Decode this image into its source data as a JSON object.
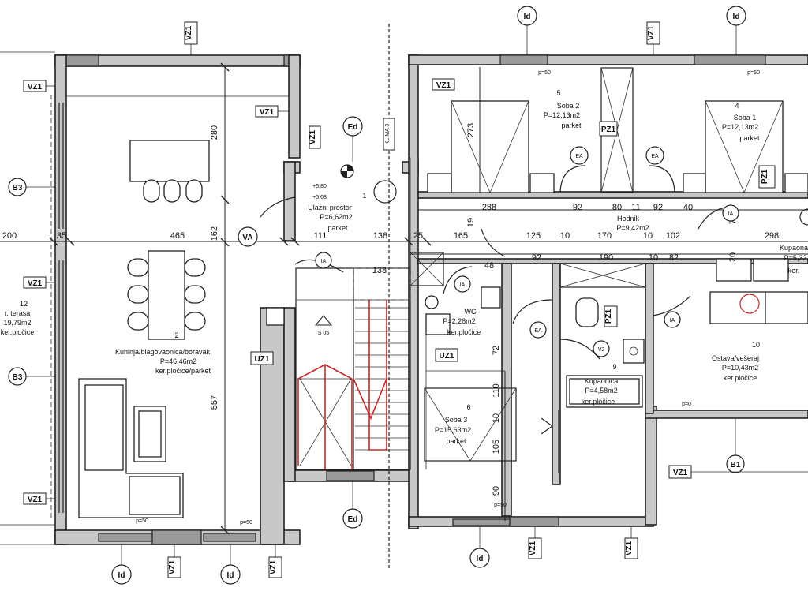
{
  "rooms": [
    {
      "id": "r12",
      "no": "12",
      "name": "r. terasa",
      "area": "19,79m2",
      "floor": "ker.pločice"
    },
    {
      "id": "r2",
      "no": "2",
      "name": "Kuhinja/blagovaonica/boravak",
      "area": "P=46,46m2",
      "floor": "ker.pločice/parket"
    },
    {
      "id": "r1",
      "no": "1",
      "name": "Ulazni prostor",
      "area": "P=6,62m2",
      "floor": "parket"
    },
    {
      "id": "r5",
      "no": "5",
      "name": "Soba 2",
      "area": "P=12,13m2",
      "floor": "parket"
    },
    {
      "id": "r4",
      "no": "4",
      "name": "Soba 1",
      "area": "P=12,13m2",
      "floor": "parket"
    },
    {
      "id": "rhod",
      "no": "",
      "name": "Hodnik",
      "area": "P=9,42m2",
      "floor": ""
    },
    {
      "id": "rkup",
      "no": "",
      "name": "Kupaona",
      "area": "P=5,32",
      "floor": "ker."
    },
    {
      "id": "r6",
      "no": "6",
      "name": "Soba 3",
      "area": "P=15,63m2",
      "floor": "parket"
    },
    {
      "id": "r9",
      "no": "9",
      "name": "Kupaonica",
      "area": "P=4,58m2",
      "floor": "ker.pločice"
    },
    {
      "id": "r10",
      "no": "10",
      "name": "Ostava/vešeraj",
      "area": "P=10,43m2",
      "floor": "ker.pločice"
    },
    {
      "id": "rwc",
      "no": "",
      "name": "WC",
      "area": "P=2,28m2",
      "floor": "ker.pločice"
    }
  ],
  "dimensions": {
    "d200": "200",
    "d35": "35",
    "d465": "465",
    "d111": "111",
    "d138": "138",
    "d138b": "138",
    "d25": "25",
    "d165": "165",
    "d125": "125",
    "d10a": "10",
    "d170": "170",
    "d10b": "10",
    "d102": "102",
    "d298": "298",
    "d288": "288",
    "d92a": "92",
    "d80": "80",
    "d11": "11",
    "d92b": "92",
    "d40": "40",
    "d72": "72",
    "d48": "48",
    "d92c": "92",
    "d190": "190",
    "d10c": "10",
    "d82": "82",
    "d280": "280",
    "d162": "162",
    "d557": "557",
    "d273": "273",
    "d19": "19",
    "d72b": "72",
    "d110": "110",
    "d10d": "10",
    "d105": "105",
    "d90": "90",
    "d20": "20"
  },
  "levels": {
    "l1": "+5,80",
    "l2": "+5,68"
  },
  "tags": {
    "vz": "VZ1",
    "uz": "UZ1",
    "klima": "KLIMA 3",
    "uz2": "UZ1",
    "pz": "PZ1",
    "v2": "V2",
    "stair": "S 05",
    "p50": "p=50",
    "p0": "p=0"
  },
  "markers": {
    "ld": "Id",
    "ed": "Ed",
    "ea": "EA",
    "ia": "IA",
    "b1": "B1",
    "b3": "B3",
    "va": "VA"
  }
}
